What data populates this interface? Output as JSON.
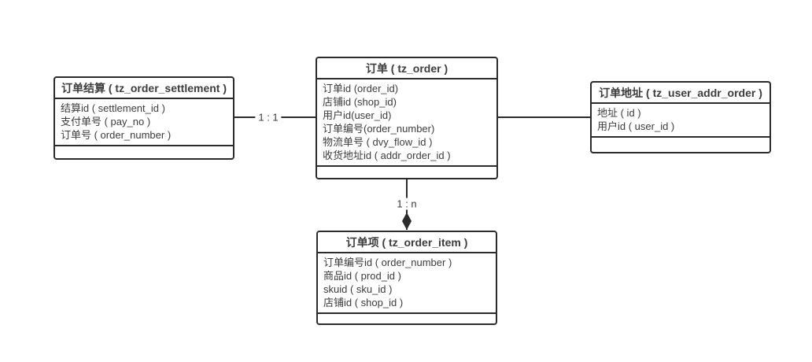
{
  "diagram": {
    "entities": [
      {
        "id": "order_settlement",
        "title": "订单结算 ( tz_order_settlement )",
        "fields": [
          "结算id ( settlement_id )",
          "支付单号 ( pay_no )",
          "订单号 ( order_number )"
        ]
      },
      {
        "id": "order",
        "title": "订单 ( tz_order )",
        "fields": [
          "订单id (order_id)",
          "店铺id (shop_id)",
          "用户id(user_id)",
          "订单编号(order_number)",
          "物流单号 ( dvy_flow_id )",
          "收货地址id ( addr_order_id )"
        ]
      },
      {
        "id": "user_addr_order",
        "title": "订单地址 ( tz_user_addr_order )",
        "fields": [
          "地址 ( id )",
          "用户id ( user_id )"
        ]
      },
      {
        "id": "order_item",
        "title": "订单项 ( tz_order_item )",
        "fields": [
          "订单编号id ( order_number )",
          "商品id ( prod_id )",
          "skuid ( sku_id )",
          "店铺id ( shop_id )"
        ]
      }
    ],
    "relations": [
      {
        "from": "order_settlement",
        "to": "order",
        "label": "1 : 1",
        "arrow": "none"
      },
      {
        "from": "order",
        "to": "user_addr_order",
        "label": "",
        "arrow": "none"
      },
      {
        "from": "order",
        "to": "order_item",
        "label": "1 : n",
        "arrow": "filled-diamond"
      }
    ],
    "colors": {
      "border": "#2b2b2b",
      "text": "#3c3c3c",
      "background": "#ffffff"
    }
  }
}
